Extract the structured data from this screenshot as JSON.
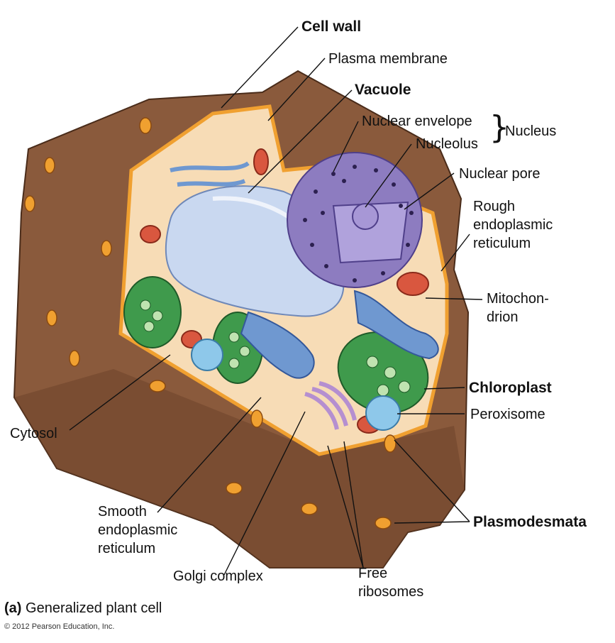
{
  "labels": {
    "cell_wall": "Cell wall",
    "plasma_membrane": "Plasma membrane",
    "vacuole": "Vacuole",
    "nuclear_envelope": "Nuclear envelope",
    "nucleolus": "Nucleolus",
    "nucleus": "Nucleus",
    "nuclear_pore": "Nuclear pore",
    "rough_er": [
      "Rough",
      "endoplasmic",
      "reticulum"
    ],
    "mitochondrion": [
      "Mitochon-",
      "drion"
    ],
    "chloroplast": "Chloroplast",
    "peroxisome": "Peroxisome",
    "plasmodesmata": "Plasmodesmata",
    "cytosol": "Cytosol",
    "smooth_er": [
      "Smooth",
      "endoplasmic",
      "reticulum"
    ],
    "golgi": "Golgi complex",
    "free_ribosomes": [
      "Free",
      "ribosomes"
    ]
  },
  "caption": {
    "letter": "(a)",
    "text": "Generalized plant cell"
  },
  "copyright": "© 2012 Pearson Education, Inc.",
  "colors": {
    "wall": "#8a5a3c",
    "wall_dark": "#6e4329",
    "cytoplasm": "#f7dcb6",
    "membrane": "#f0a030",
    "vacuole": "#c9d8f0",
    "nucleus": "#8d7cc0",
    "chloroplast": "#3f9a4c",
    "er": "#6f98d0",
    "mito": "#d9573f"
  }
}
